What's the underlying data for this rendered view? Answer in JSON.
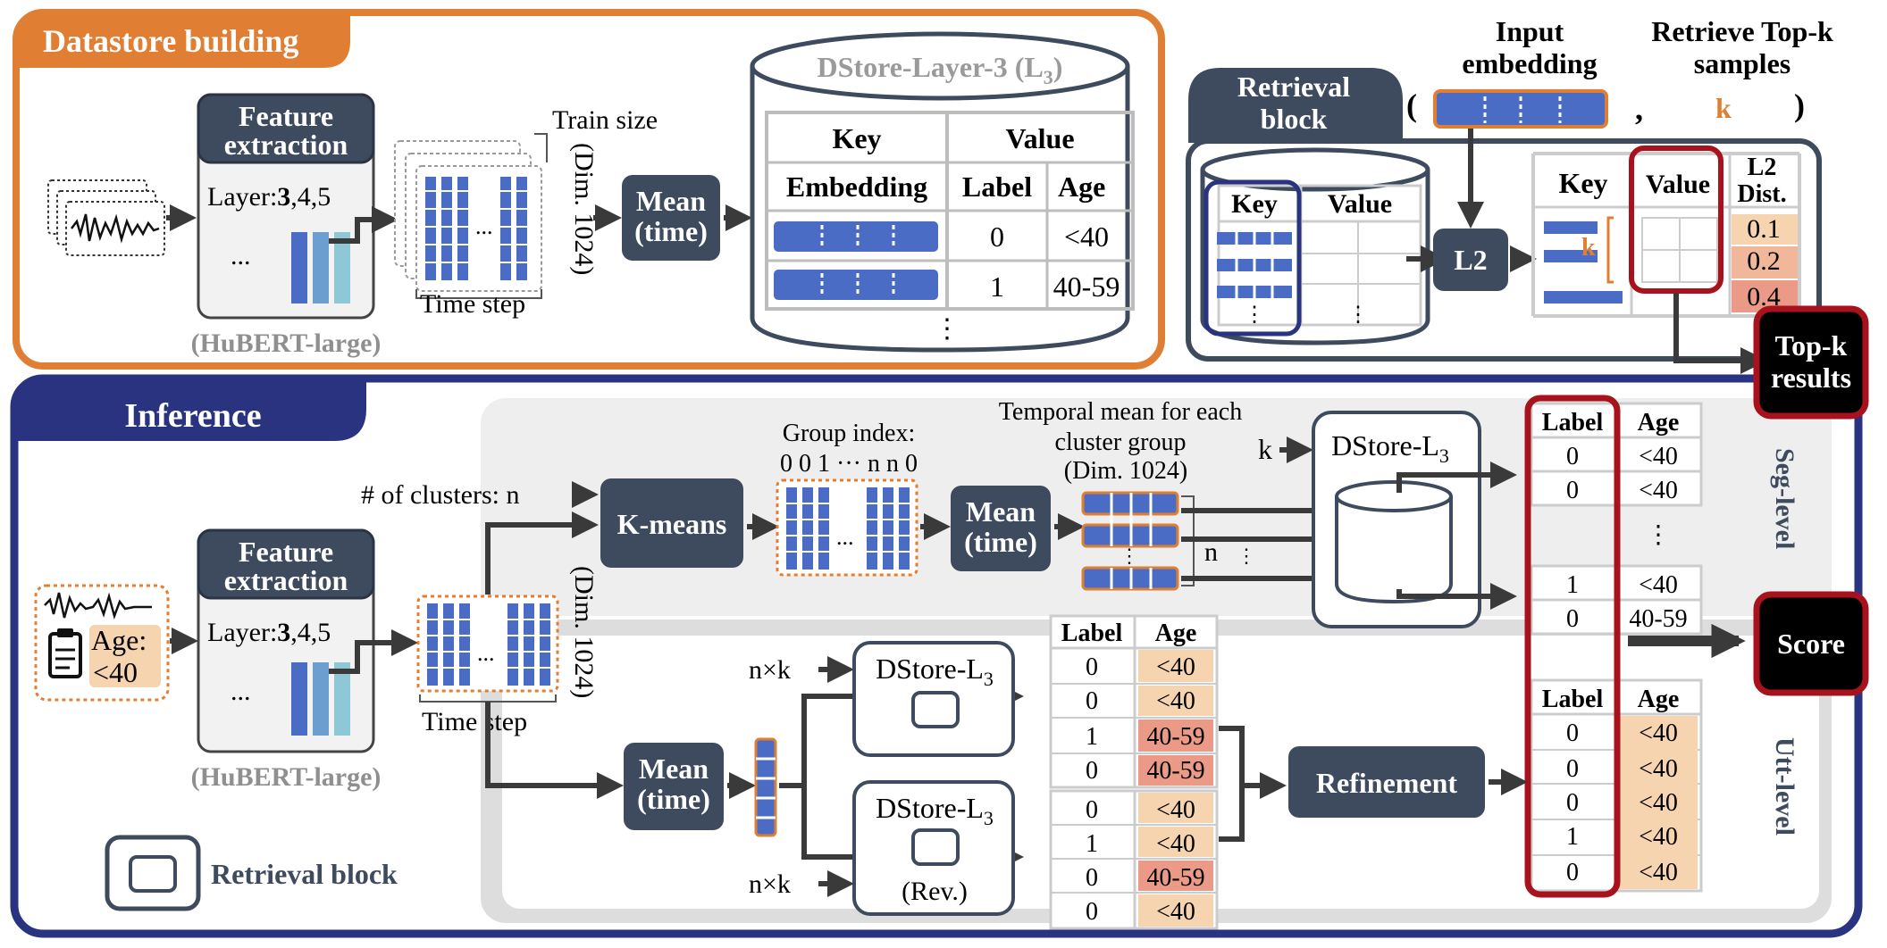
{
  "datastore": {
    "title": "Datastore building",
    "feature_extraction": [
      "Feature",
      "extraction"
    ],
    "layer_prefix": "Layer:",
    "layer_bold": "3",
    "layer_suffix": ",4,5",
    "ellipsis": "...",
    "hubert": "(HuBERT-large)",
    "train_size": "Train size",
    "dim": "(Dim. 1024)",
    "time_step": "Time step",
    "mean": [
      "Mean",
      "(time)"
    ],
    "dstore_title": "DStore-Layer-3 (L",
    "dstore_sub": "3",
    "dstore_close": ")",
    "key_header": "Key",
    "value_header": "Value",
    "embedding_header": "Embedding",
    "label_header": "Label",
    "age_header": "Age",
    "rows": [
      {
        "label": "0",
        "age": "<40"
      },
      {
        "label": "1",
        "age": "40-59"
      }
    ],
    "vdots": "⋮"
  },
  "retrieval": {
    "block_title": [
      "Retrieval",
      "block"
    ],
    "input_embedding": [
      "Input",
      "embedding"
    ],
    "retrieve_topk": [
      "Retrieve Top-k",
      "samples"
    ],
    "paren_open": "(",
    "comma": ",",
    "k": "k",
    "paren_close": ")",
    "key": "Key",
    "value": "Value",
    "l2": "L2",
    "l2_dist": [
      "L2",
      "Dist."
    ],
    "dists": [
      "0.1",
      "0.2",
      "0.4"
    ],
    "topk_results": [
      "Top-k",
      "results"
    ]
  },
  "inference": {
    "title": "Inference",
    "age_label": "Age:",
    "age_value": "<40",
    "feature_extraction": [
      "Feature",
      "extraction"
    ],
    "layer_prefix": "Layer:",
    "layer_bold": "3",
    "layer_suffix": ",4,5",
    "ellipsis": "...",
    "hubert": "(HuBERT-large)",
    "num_clusters": "# of clusters: n",
    "kmeans": "K-means",
    "group_index": [
      "Group index:",
      "0 0 1 ··· n n 0"
    ],
    "temporal_mean": [
      "Temporal mean for each",
      "cluster group",
      "(Dim. 1024)"
    ],
    "mean": [
      "Mean",
      "(time)"
    ],
    "dim": "(Dim. 1024)",
    "time_step": "Time step",
    "n": "n",
    "k": "k",
    "dstore": "DStore-L",
    "dstore_sub": "3",
    "nk": "n×k",
    "rev": "(Rev.)",
    "refinement": "Refinement",
    "retrieval_block": "Retrieval block",
    "seg_level": "Seg-level",
    "utt_level": "Utt-level",
    "score": "Score",
    "label_header": "Label",
    "age_header": "Age",
    "seg_rows": [
      {
        "label": "0",
        "age": "<40"
      },
      {
        "label": "0",
        "age": "<40"
      },
      {
        "label": "1",
        "age": "<40"
      },
      {
        "label": "0",
        "age": "40-59"
      }
    ],
    "utt_top_rows": [
      {
        "label": "0",
        "age": "<40"
      },
      {
        "label": "0",
        "age": "<40"
      },
      {
        "label": "1",
        "age": "40-59"
      },
      {
        "label": "0",
        "age": "40-59"
      }
    ],
    "utt_bottom_rows": [
      {
        "label": "0",
        "age": "<40"
      },
      {
        "label": "1",
        "age": "<40"
      },
      {
        "label": "0",
        "age": "40-59"
      },
      {
        "label": "0",
        "age": "<40"
      }
    ],
    "refined_rows": [
      {
        "label": "0",
        "age": "<40"
      },
      {
        "label": "0",
        "age": "<40"
      },
      {
        "label": "0",
        "age": "<40"
      },
      {
        "label": "1",
        "age": "<40"
      },
      {
        "label": "0",
        "age": "<40"
      }
    ]
  },
  "colors": {
    "orange": "#e07f33",
    "navy": "#2a3380",
    "slate": "#3e4a5e",
    "blue_bar": "#4a6cc4",
    "dark_red": "#a8121c",
    "peach": "#f7d4b0",
    "salmon": "#ea9a86"
  }
}
